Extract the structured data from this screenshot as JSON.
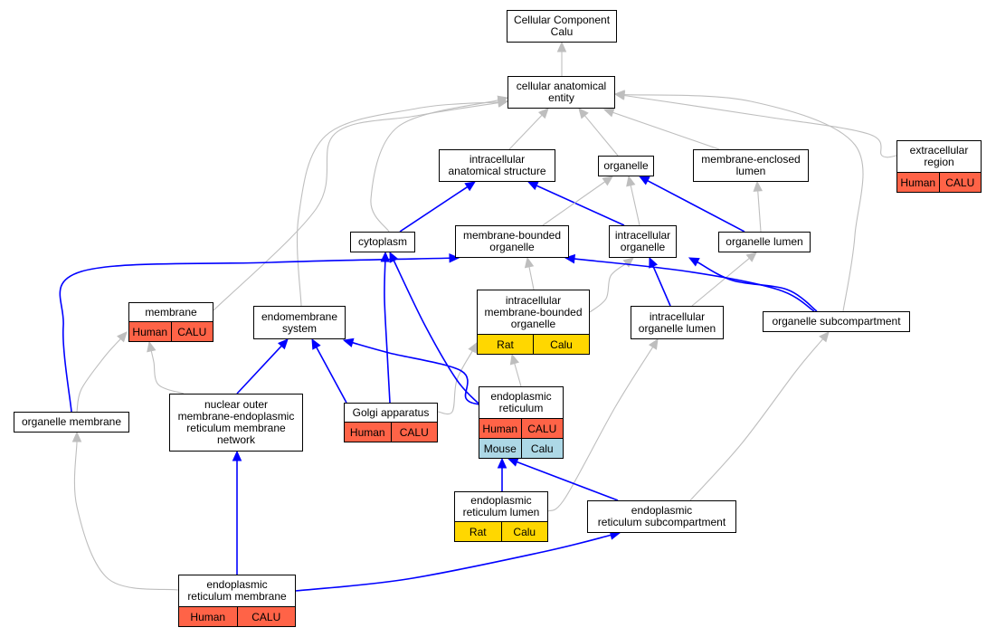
{
  "colors": {
    "human": "#ff6347",
    "rat": "#ffd700",
    "mouse": "#add8e6",
    "is_a_edge": "#bebebe",
    "part_of_edge": "#0000ff"
  },
  "nodes": [
    {
      "id": "cellular-component",
      "label": "Cellular Component\nCalu",
      "annots": []
    },
    {
      "id": "cellular-anatomical-entity",
      "label": "cellular anatomical\nentity",
      "annots": []
    },
    {
      "id": "intracellular-anatomical-structure",
      "label": "intracellular\nanatomical structure",
      "annots": []
    },
    {
      "id": "organelle",
      "label": "organelle",
      "annots": []
    },
    {
      "id": "membrane-enclosed-lumen",
      "label": "membrane-enclosed\nlumen",
      "annots": []
    },
    {
      "id": "extracellular-region",
      "label": "extracellular\nregion",
      "annots": [
        {
          "text": "Human",
          "color": "human"
        },
        {
          "text": "CALU",
          "color": "human"
        }
      ]
    },
    {
      "id": "cytoplasm",
      "label": "cytoplasm",
      "annots": []
    },
    {
      "id": "membrane-bounded-organelle",
      "label": "membrane-bounded\norganelle",
      "annots": []
    },
    {
      "id": "intracellular-organelle",
      "label": "intracellular\norganelle",
      "annots": []
    },
    {
      "id": "organelle-lumen",
      "label": "organelle lumen",
      "annots": []
    },
    {
      "id": "membrane",
      "label": "membrane",
      "annots": [
        {
          "text": "Human",
          "color": "human"
        },
        {
          "text": "CALU",
          "color": "human"
        }
      ]
    },
    {
      "id": "endomembrane-system",
      "label": "endomembrane\nsystem",
      "annots": []
    },
    {
      "id": "intracellular-membrane-bounded-organelle",
      "label": "intracellular\nmembrane-bounded\norganelle",
      "annots": [
        {
          "text": "Rat",
          "color": "rat"
        },
        {
          "text": "Calu",
          "color": "rat"
        }
      ]
    },
    {
      "id": "intracellular-organelle-lumen",
      "label": "intracellular\norganelle lumen",
      "annots": []
    },
    {
      "id": "organelle-subcompartment",
      "label": "organelle subcompartment",
      "annots": []
    },
    {
      "id": "organelle-membrane",
      "label": "organelle membrane",
      "annots": []
    },
    {
      "id": "nuclear-outer-membrane-er-network",
      "label": "nuclear outer\nmembrane-endoplasmic\nreticulum membrane\nnetwork",
      "annots": []
    },
    {
      "id": "golgi-apparatus",
      "label": "Golgi apparatus",
      "annots": [
        {
          "text": "Human",
          "color": "human"
        },
        {
          "text": "CALU",
          "color": "human"
        }
      ]
    },
    {
      "id": "endoplasmic-reticulum",
      "label": "endoplasmic\nreticulum",
      "annots": [
        {
          "text": "Human",
          "color": "human"
        },
        {
          "text": "CALU",
          "color": "human"
        },
        {
          "row": 2,
          "text": "Mouse",
          "color": "mouse"
        },
        {
          "row": 2,
          "text": "Calu",
          "color": "mouse"
        }
      ]
    },
    {
      "id": "er-lumen",
      "label": "endoplasmic\nreticulum lumen",
      "annots": [
        {
          "text": "Rat",
          "color": "rat"
        },
        {
          "text": "Calu",
          "color": "rat"
        }
      ]
    },
    {
      "id": "er-subcompartment",
      "label": "endoplasmic\nreticulum subcompartment",
      "annots": []
    },
    {
      "id": "er-membrane",
      "label": "endoplasmic\nreticulum membrane",
      "annots": [
        {
          "text": "Human",
          "color": "human"
        },
        {
          "text": "CALU",
          "color": "human"
        }
      ]
    }
  ],
  "edges": [
    {
      "from": "cellular-anatomical-entity",
      "to": "cellular-component",
      "type": "is_a"
    },
    {
      "from": "intracellular-anatomical-structure",
      "to": "cellular-anatomical-entity",
      "type": "is_a"
    },
    {
      "from": "organelle",
      "to": "cellular-anatomical-entity",
      "type": "is_a"
    },
    {
      "from": "membrane-enclosed-lumen",
      "to": "cellular-anatomical-entity",
      "type": "is_a"
    },
    {
      "from": "extracellular-region",
      "to": "cellular-anatomical-entity",
      "type": "is_a"
    },
    {
      "from": "cytoplasm",
      "to": "cellular-anatomical-entity",
      "type": "is_a"
    },
    {
      "from": "membrane",
      "to": "cellular-anatomical-entity",
      "type": "is_a"
    },
    {
      "from": "endomembrane-system",
      "to": "cellular-anatomical-entity",
      "type": "is_a"
    },
    {
      "from": "organelle-subcompartment",
      "to": "cellular-anatomical-entity",
      "type": "is_a"
    },
    {
      "from": "cytoplasm",
      "to": "intracellular-anatomical-structure",
      "type": "part_of"
    },
    {
      "from": "intracellular-organelle",
      "to": "intracellular-anatomical-structure",
      "type": "part_of"
    },
    {
      "from": "membrane-bounded-organelle",
      "to": "organelle",
      "type": "is_a"
    },
    {
      "from": "intracellular-organelle",
      "to": "organelle",
      "type": "is_a"
    },
    {
      "from": "organelle-lumen",
      "to": "organelle",
      "type": "part_of"
    },
    {
      "from": "organelle-lumen",
      "to": "membrane-enclosed-lumen",
      "type": "is_a"
    },
    {
      "from": "intracellular-membrane-bounded-organelle",
      "to": "membrane-bounded-organelle",
      "type": "is_a"
    },
    {
      "from": "intracellular-membrane-bounded-organelle",
      "to": "intracellular-organelle",
      "type": "is_a"
    },
    {
      "from": "intracellular-organelle-lumen",
      "to": "intracellular-organelle",
      "type": "part_of"
    },
    {
      "from": "intracellular-organelle-lumen",
      "to": "organelle-lumen",
      "type": "is_a"
    },
    {
      "from": "organelle-subcompartment",
      "to": "membrane-bounded-organelle",
      "type": "part_of"
    },
    {
      "from": "organelle-subcompartment",
      "to": "intracellular-organelle",
      "type": "part_of"
    },
    {
      "from": "organelle-membrane",
      "to": "membrane-bounded-organelle",
      "type": "part_of"
    },
    {
      "from": "organelle-membrane",
      "to": "membrane",
      "type": "is_a"
    },
    {
      "from": "nuclear-outer-membrane-er-network",
      "to": "membrane",
      "type": "is_a"
    },
    {
      "from": "nuclear-outer-membrane-er-network",
      "to": "endomembrane-system",
      "type": "part_of"
    },
    {
      "from": "golgi-apparatus",
      "to": "endomembrane-system",
      "type": "part_of"
    },
    {
      "from": "golgi-apparatus",
      "to": "cytoplasm",
      "type": "part_of"
    },
    {
      "from": "golgi-apparatus",
      "to": "intracellular-membrane-bounded-organelle",
      "type": "is_a"
    },
    {
      "from": "endoplasmic-reticulum",
      "to": "endomembrane-system",
      "type": "part_of"
    },
    {
      "from": "endoplasmic-reticulum",
      "to": "cytoplasm",
      "type": "part_of"
    },
    {
      "from": "endoplasmic-reticulum",
      "to": "intracellular-membrane-bounded-organelle",
      "type": "is_a"
    },
    {
      "from": "er-lumen",
      "to": "endoplasmic-reticulum",
      "type": "part_of"
    },
    {
      "from": "er-lumen",
      "to": "intracellular-organelle-lumen",
      "type": "is_a"
    },
    {
      "from": "er-subcompartment",
      "to": "endoplasmic-reticulum",
      "type": "part_of"
    },
    {
      "from": "er-subcompartment",
      "to": "organelle-subcompartment",
      "type": "is_a"
    },
    {
      "from": "er-membrane",
      "to": "nuclear-outer-membrane-er-network",
      "type": "part_of"
    },
    {
      "from": "er-membrane",
      "to": "er-subcompartment",
      "type": "part_of"
    },
    {
      "from": "er-membrane",
      "to": "organelle-membrane",
      "type": "is_a"
    }
  ]
}
